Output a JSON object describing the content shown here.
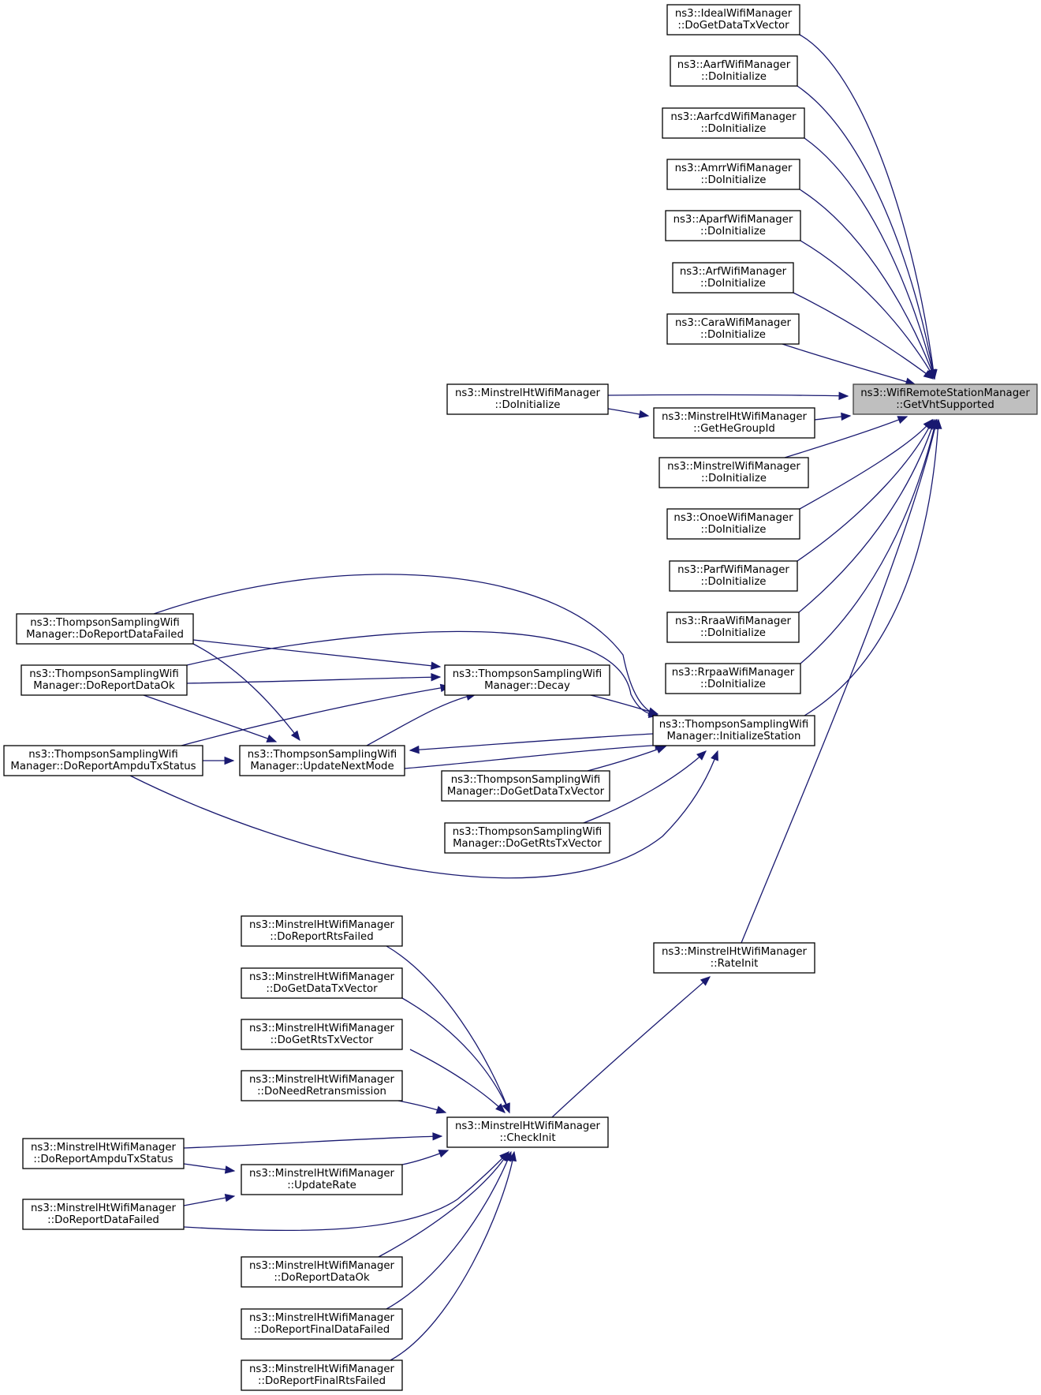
{
  "graph": {
    "root": "getvht",
    "nodes": [
      {
        "id": "getvht",
        "lines": [
          "ns3::WifiRemoteStationManager",
          "::GetVhtSupported"
        ],
        "root": true
      },
      {
        "id": "ideal_getdata",
        "lines": [
          "ns3::IdealWifiManager",
          "::DoGetDataTxVector"
        ]
      },
      {
        "id": "aarf_init",
        "lines": [
          "ns3::AarfWifiManager",
          "::DoInitialize"
        ]
      },
      {
        "id": "aarfcd_init",
        "lines": [
          "ns3::AarfcdWifiManager",
          "::DoInitialize"
        ]
      },
      {
        "id": "amrr_init",
        "lines": [
          "ns3::AmrrWifiManager",
          "::DoInitialize"
        ]
      },
      {
        "id": "aparf_init",
        "lines": [
          "ns3::AparfWifiManager",
          "::DoInitialize"
        ]
      },
      {
        "id": "arf_init",
        "lines": [
          "ns3::ArfWifiManager",
          "::DoInitialize"
        ]
      },
      {
        "id": "cara_init",
        "lines": [
          "ns3::CaraWifiManager",
          "::DoInitialize"
        ]
      },
      {
        "id": "mht_init",
        "lines": [
          "ns3::MinstrelHtWifiManager",
          "::DoInitialize"
        ]
      },
      {
        "id": "mht_hegroup",
        "lines": [
          "ns3::MinstrelHtWifiManager",
          "::GetHeGroupId"
        ]
      },
      {
        "id": "minstrel_init",
        "lines": [
          "ns3::MinstrelWifiManager",
          "::DoInitialize"
        ]
      },
      {
        "id": "onoe_init",
        "lines": [
          "ns3::OnoeWifiManager",
          "::DoInitialize"
        ]
      },
      {
        "id": "parf_init",
        "lines": [
          "ns3::ParfWifiManager",
          "::DoInitialize"
        ]
      },
      {
        "id": "rraa_init",
        "lines": [
          "ns3::RraaWifiManager",
          "::DoInitialize"
        ]
      },
      {
        "id": "rrpaa_init",
        "lines": [
          "ns3::RrpaaWifiManager",
          "::DoInitialize"
        ]
      },
      {
        "id": "ts_initsta",
        "lines": [
          "ns3::ThompsonSamplingWifi",
          "Manager::InitializeStation"
        ]
      },
      {
        "id": "ts_decay",
        "lines": [
          "ns3::ThompsonSamplingWifi",
          "Manager::Decay"
        ]
      },
      {
        "id": "ts_update",
        "lines": [
          "ns3::ThompsonSamplingWifi",
          "Manager::UpdateNextMode"
        ]
      },
      {
        "id": "ts_failed",
        "lines": [
          "ns3::ThompsonSamplingWifi",
          "Manager::DoReportDataFailed"
        ]
      },
      {
        "id": "ts_ok",
        "lines": [
          "ns3::ThompsonSamplingWifi",
          "Manager::DoReportDataOk"
        ]
      },
      {
        "id": "ts_ampdu",
        "lines": [
          "ns3::ThompsonSamplingWifi",
          "Manager::DoReportAmpduTxStatus"
        ]
      },
      {
        "id": "ts_getdata",
        "lines": [
          "ns3::ThompsonSamplingWifi",
          "Manager::DoGetDataTxVector"
        ]
      },
      {
        "id": "ts_getrts",
        "lines": [
          "ns3::ThompsonSamplingWifi",
          "Manager::DoGetRtsTxVector"
        ]
      },
      {
        "id": "mht_rateinit",
        "lines": [
          "ns3::MinstrelHtWifiManager",
          "::RateInit"
        ]
      },
      {
        "id": "mht_checkinit",
        "lines": [
          "ns3::MinstrelHtWifiManager",
          "::CheckInit"
        ]
      },
      {
        "id": "mht_rtsfailed",
        "lines": [
          "ns3::MinstrelHtWifiManager",
          "::DoReportRtsFailed"
        ]
      },
      {
        "id": "mht_getdata",
        "lines": [
          "ns3::MinstrelHtWifiManager",
          "::DoGetDataTxVector"
        ]
      },
      {
        "id": "mht_getrts",
        "lines": [
          "ns3::MinstrelHtWifiManager",
          "::DoGetRtsTxVector"
        ]
      },
      {
        "id": "mht_needretx",
        "lines": [
          "ns3::MinstrelHtWifiManager",
          "::DoNeedRetransmission"
        ]
      },
      {
        "id": "mht_ampdu",
        "lines": [
          "ns3::MinstrelHtWifiManager",
          "::DoReportAmpduTxStatus"
        ]
      },
      {
        "id": "mht_updaterate",
        "lines": [
          "ns3::MinstrelHtWifiManager",
          "::UpdateRate"
        ]
      },
      {
        "id": "mht_datafailed",
        "lines": [
          "ns3::MinstrelHtWifiManager",
          "::DoReportDataFailed"
        ]
      },
      {
        "id": "mht_dataok",
        "lines": [
          "ns3::MinstrelHtWifiManager",
          "::DoReportDataOk"
        ]
      },
      {
        "id": "mht_finaldata",
        "lines": [
          "ns3::MinstrelHtWifiManager",
          "::DoReportFinalDataFailed"
        ]
      },
      {
        "id": "mht_finalrts",
        "lines": [
          "ns3::MinstrelHtWifiManager",
          "::DoReportFinalRtsFailed"
        ]
      }
    ],
    "edges": [
      {
        "from": "ideal_getdata",
        "to": "getvht"
      },
      {
        "from": "aarf_init",
        "to": "getvht"
      },
      {
        "from": "aarfcd_init",
        "to": "getvht"
      },
      {
        "from": "amrr_init",
        "to": "getvht"
      },
      {
        "from": "aparf_init",
        "to": "getvht"
      },
      {
        "from": "arf_init",
        "to": "getvht"
      },
      {
        "from": "cara_init",
        "to": "getvht"
      },
      {
        "from": "mht_init",
        "to": "getvht"
      },
      {
        "from": "mht_init",
        "to": "mht_hegroup"
      },
      {
        "from": "mht_hegroup",
        "to": "getvht"
      },
      {
        "from": "minstrel_init",
        "to": "getvht"
      },
      {
        "from": "onoe_init",
        "to": "getvht"
      },
      {
        "from": "parf_init",
        "to": "getvht"
      },
      {
        "from": "rraa_init",
        "to": "getvht"
      },
      {
        "from": "rrpaa_init",
        "to": "getvht"
      },
      {
        "from": "ts_initsta",
        "to": "getvht"
      },
      {
        "from": "mht_rateinit",
        "to": "getvht"
      },
      {
        "from": "ts_decay",
        "to": "ts_initsta"
      },
      {
        "from": "ts_update",
        "to": "ts_initsta"
      },
      {
        "from": "ts_initsta",
        "to": "ts_update"
      },
      {
        "from": "ts_getdata",
        "to": "ts_initsta"
      },
      {
        "from": "ts_getrts",
        "to": "ts_initsta"
      },
      {
        "from": "ts_failed",
        "to": "ts_initsta"
      },
      {
        "from": "ts_ok",
        "to": "ts_initsta"
      },
      {
        "from": "ts_ampdu",
        "to": "ts_initsta"
      },
      {
        "from": "ts_failed",
        "to": "ts_decay"
      },
      {
        "from": "ts_ok",
        "to": "ts_decay"
      },
      {
        "from": "ts_ampdu",
        "to": "ts_decay"
      },
      {
        "from": "ts_update",
        "to": "ts_decay"
      },
      {
        "from": "ts_failed",
        "to": "ts_update"
      },
      {
        "from": "ts_ok",
        "to": "ts_update"
      },
      {
        "from": "ts_ampdu",
        "to": "ts_update"
      },
      {
        "from": "mht_checkinit",
        "to": "mht_rateinit"
      },
      {
        "from": "mht_rtsfailed",
        "to": "mht_checkinit"
      },
      {
        "from": "mht_getdata",
        "to": "mht_checkinit"
      },
      {
        "from": "mht_getrts",
        "to": "mht_checkinit"
      },
      {
        "from": "mht_needretx",
        "to": "mht_checkinit"
      },
      {
        "from": "mht_ampdu",
        "to": "mht_checkinit"
      },
      {
        "from": "mht_updaterate",
        "to": "mht_checkinit"
      },
      {
        "from": "mht_datafailed",
        "to": "mht_checkinit"
      },
      {
        "from": "mht_dataok",
        "to": "mht_checkinit"
      },
      {
        "from": "mht_finaldata",
        "to": "mht_checkinit"
      },
      {
        "from": "mht_finalrts",
        "to": "mht_checkinit"
      },
      {
        "from": "mht_ampdu",
        "to": "mht_updaterate"
      },
      {
        "from": "mht_datafailed",
        "to": "mht_updaterate"
      }
    ]
  }
}
